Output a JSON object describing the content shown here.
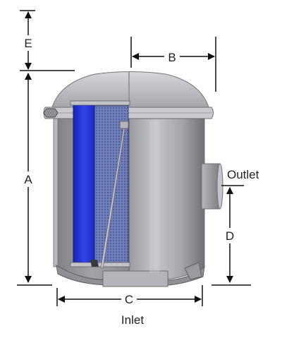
{
  "labels": {
    "a": "A",
    "b": "B",
    "c": "C",
    "d": "D",
    "e": "E",
    "outlet": "Outlet",
    "inlet": "Inlet"
  },
  "colors": {
    "shell": "#a9aab0",
    "shell_dark": "#6d6e74",
    "cutaway_interior": "#8d8e94",
    "filter_element": "#2233cc",
    "filter_mesh": "#5a6aa8",
    "dimension_line": "#111111"
  }
}
